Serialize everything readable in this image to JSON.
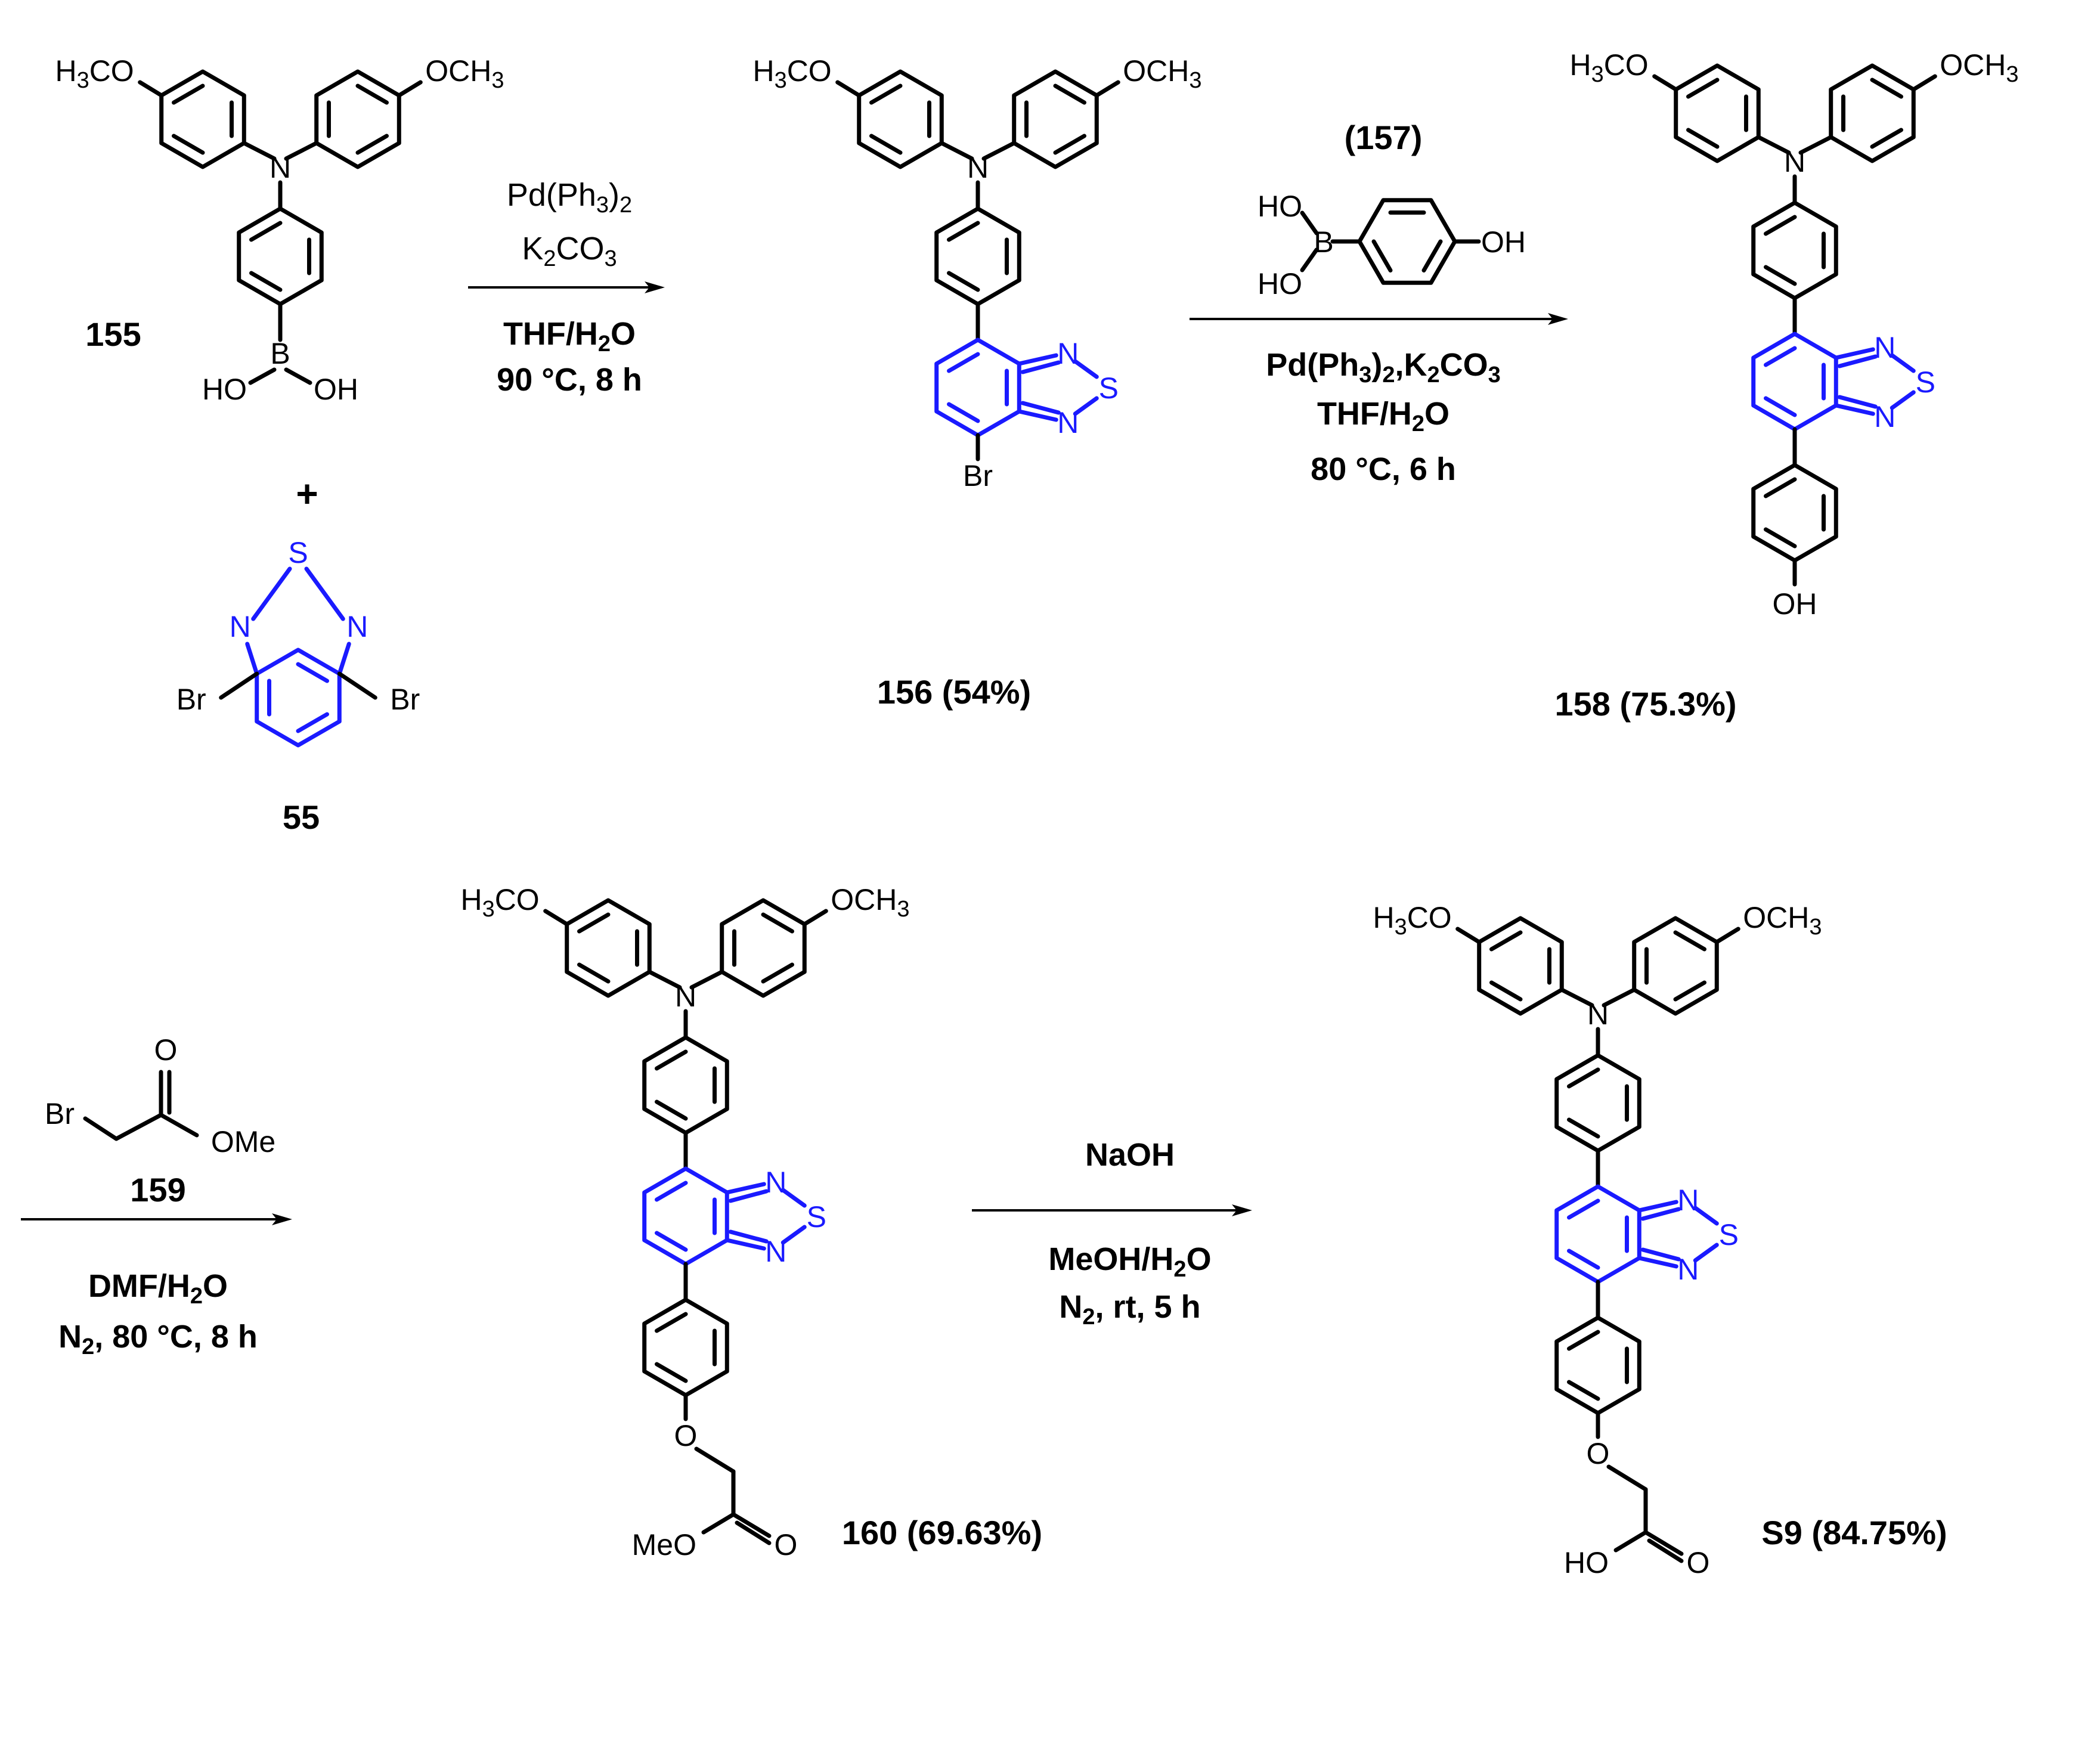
{
  "colors": {
    "bond": "#000000",
    "btd": "#1a1aff",
    "background": "#ffffff"
  },
  "atoms": {
    "h3co": "H3CO",
    "och3": "OCH3",
    "n": "N",
    "b": "B",
    "ho": "HO",
    "oh": "OH",
    "br": "Br",
    "s": "S",
    "o": "O",
    "ome": "OMe",
    "meo": "MeO"
  },
  "compounds": {
    "c155": "155",
    "c55": "55",
    "c156": "156 (54%)",
    "c157": "(157)",
    "c158": "158 (75.3%)",
    "c159": "159",
    "c160": "160 (69.63%)",
    "s9": "S9 (84.75%)"
  },
  "plus": "+",
  "reactions": {
    "step1": {
      "line1": "Pd(Ph3)2",
      "line2": "K2CO3",
      "line3": "THF/H2O",
      "line4": "90 °C, 8 h"
    },
    "step2": {
      "line1": "Pd(Ph3)2,K2CO3",
      "line2": "THF/H2O",
      "line3": "80 °C, 6 h"
    },
    "step3": {
      "line1": "DMF/H2O",
      "line2": "N2, 80 °C, 8 h"
    },
    "step4": {
      "line1": "NaOH",
      "line2": "MeOH/H2O",
      "line3": "N2, rt, 5 h"
    }
  }
}
